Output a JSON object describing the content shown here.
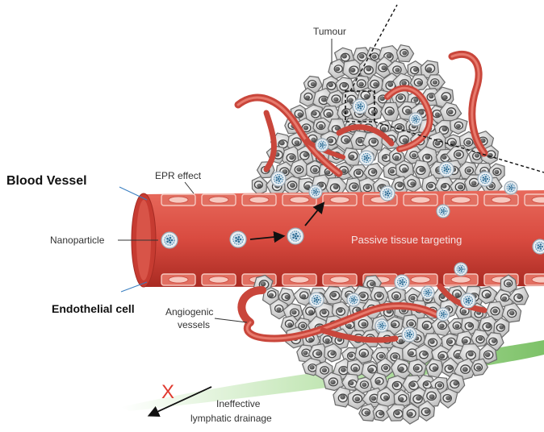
{
  "labels": {
    "tumour": "Tumour",
    "blood_vessel": "Blood Vessel",
    "epr_effect": "EPR effect",
    "nanoparticle": "Nanoparticle",
    "passive_targeting": "Passive tissue targeting",
    "endothelial_cell": "Endothelial cell",
    "angiogenic_line1": "Angiogenic",
    "angiogenic_line2": "vessels",
    "ineffective_line1": "Ineffective",
    "ineffective_line2": "lymphatic drainage",
    "x_mark": "X"
  },
  "colors": {
    "vessel": "#d94b40",
    "vessel_dark": "#b8312a",
    "cell_fill": "#d8d8d8",
    "cell_stroke": "#6a6a6a",
    "nucleus": "#555555",
    "nanoparticle": "#3f7fa8",
    "lymph": "#7fc46a",
    "x_mark": "#e03a2f"
  }
}
